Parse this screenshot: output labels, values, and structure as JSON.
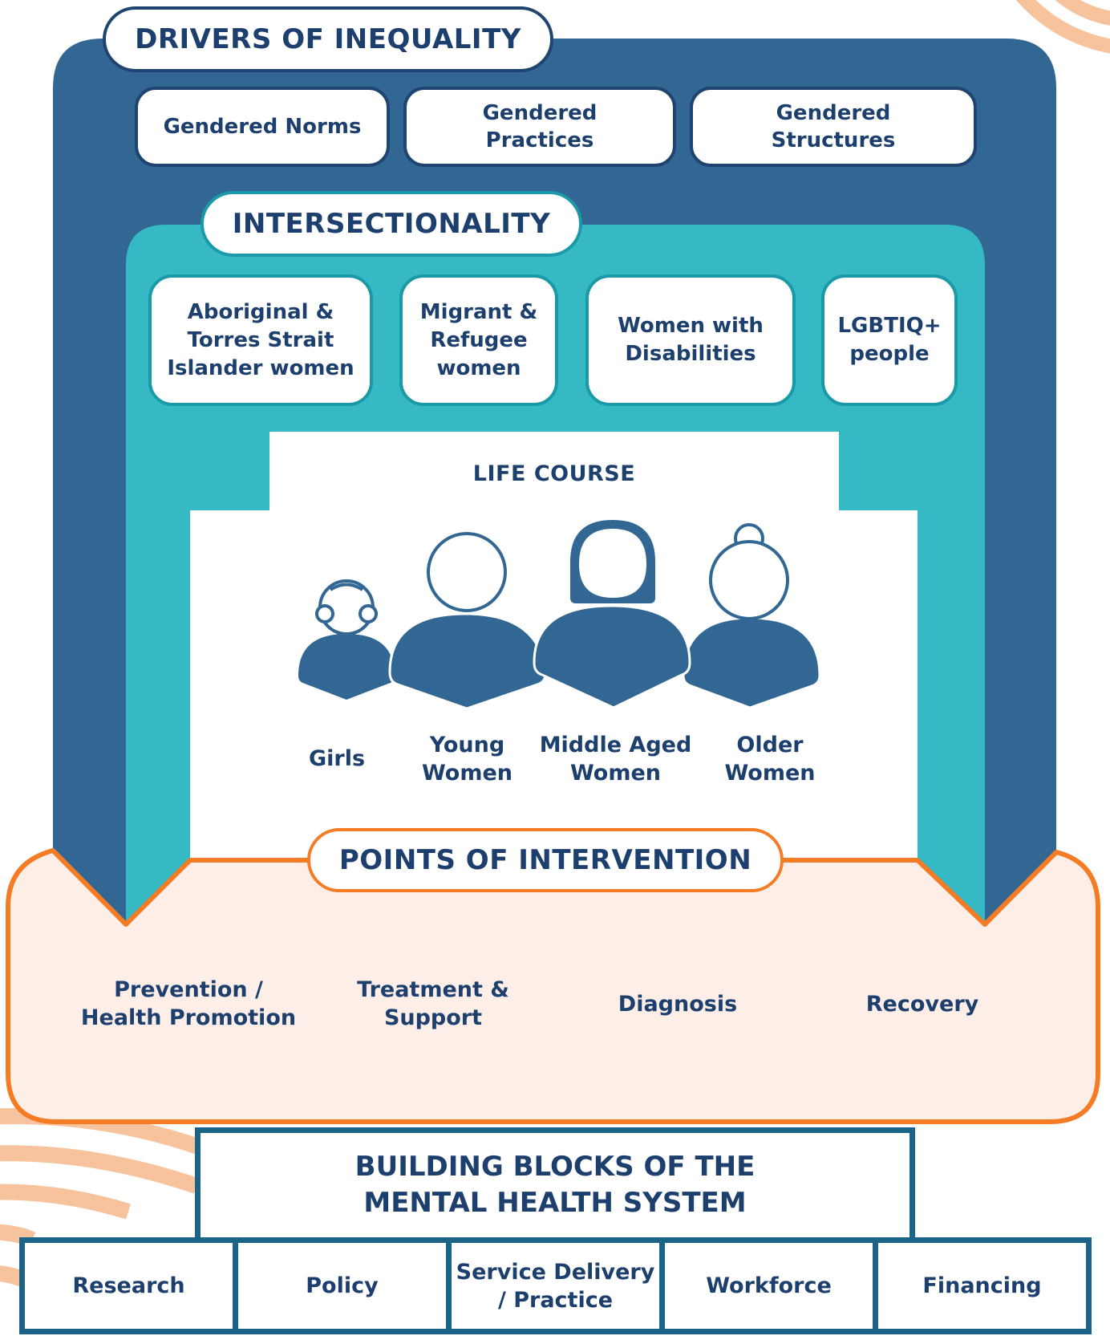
{
  "drivers": {
    "heading": "DRIVERS OF INEQUALITY",
    "items": [
      "Gendered Norms",
      "Gendered\nPractices",
      "Gendered\nStructures"
    ]
  },
  "intersectionality": {
    "heading": "INTERSECTIONALITY",
    "items": [
      "Aboriginal &\nTorres Strait\nIslander women",
      "Migrant &\nRefugee\nwomen",
      "Women with\nDisabilities",
      "LGBTIQ+\npeople"
    ]
  },
  "life_course": {
    "heading": "LIFE COURSE",
    "groups": [
      "Girls",
      "Young\nWomen",
      "Middle Aged\nWomen",
      "Older\nWomen"
    ]
  },
  "intervention": {
    "heading": "POINTS OF INTERVENTION",
    "items": [
      "Prevention /\nHealth Promotion",
      "Treatment &\nSupport",
      "Diagnosis",
      "Recovery"
    ]
  },
  "building_blocks": {
    "heading": "BUILDING BLOCKS OF THE\nMENTAL HEALTH SYSTEM",
    "items": [
      "Research",
      "Policy",
      "Service Delivery\n/ Practice",
      "Workforce",
      "Financing"
    ]
  },
  "colors": {
    "navy": "#336793",
    "dark_navy": "#1d3f6e",
    "teal": "#35b9c5",
    "orange": "#f47c25",
    "peach": "#fdefe8",
    "block_border": "#1b6487",
    "stripe": "#f6c39d"
  },
  "icons": [
    "girl-icon",
    "young-woman-icon",
    "middle-aged-woman-icon",
    "older-woman-icon"
  ]
}
